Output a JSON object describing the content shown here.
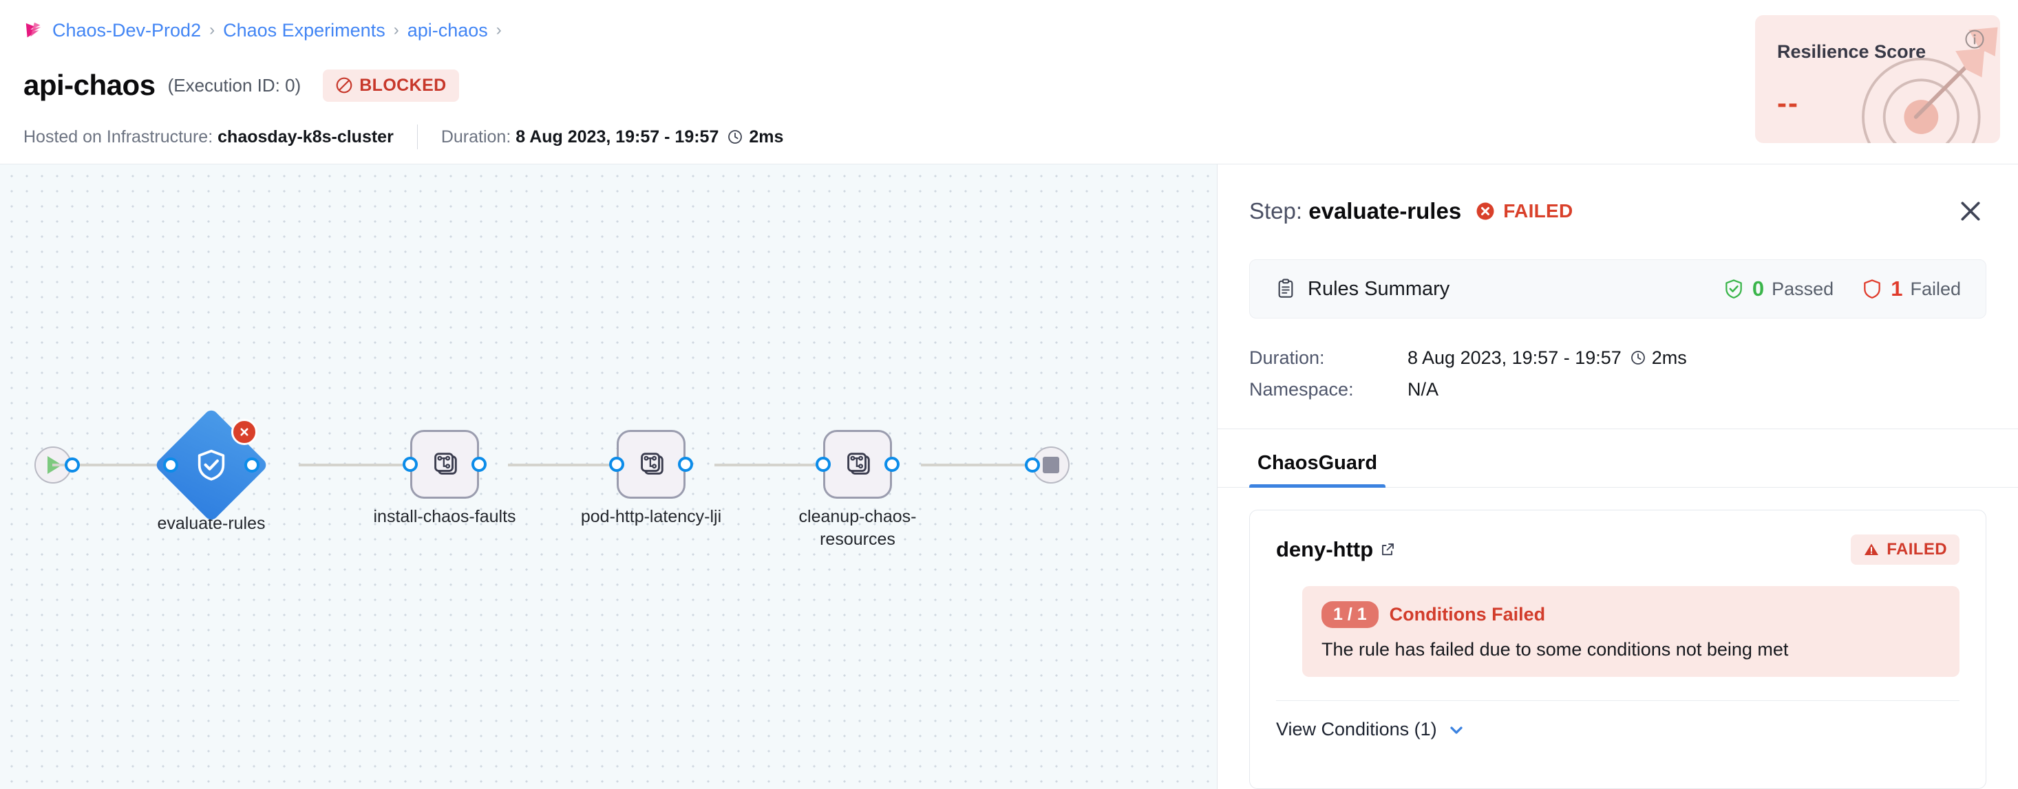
{
  "breadcrumb": {
    "logo_icon": "harness-logo-icon",
    "items": [
      "Chaos-Dev-Prod2",
      "Chaos Experiments",
      "api-chaos"
    ],
    "separator": "›",
    "trailing_separator": "›"
  },
  "header": {
    "title": "api-chaos",
    "execution_id": "(Execution ID: 0)",
    "status_badge": {
      "label": "BLOCKED",
      "icon": "blocked-circle-icon",
      "color": "#c7372a",
      "bg": "#fbe9e7"
    },
    "infrastructure_label": "Hosted on Infrastructure:",
    "infrastructure_value": "chaosday-k8s-cluster",
    "duration_label": "Duration:",
    "duration_value": "8 Aug 2023, 19:57 - 19:57",
    "duration_time": "2ms",
    "clock_icon": "clock-icon"
  },
  "resilience": {
    "title": "Resilience Score",
    "value": "--",
    "info_icon": "info-icon",
    "art_icon": "target-dart-icon",
    "bg": "#fbeae8",
    "value_color": "#d9442b"
  },
  "canvas": {
    "start_node": {
      "name": "start-node",
      "icon": "play-icon"
    },
    "end_node": {
      "name": "end-node",
      "icon": "stop-icon"
    },
    "nodes": [
      {
        "id": "evaluate-rules",
        "label": "evaluate-rules",
        "shape": "diamond",
        "icon": "shield-check-icon",
        "status": "failed",
        "badge_icon": "error-x-icon",
        "color": "#2f7fe0"
      },
      {
        "id": "install-chaos-faults",
        "label": "install-chaos-faults",
        "shape": "box",
        "icon": "chaos-stack-icon",
        "status": "not-started"
      },
      {
        "id": "pod-http-latency-lji",
        "label": "pod-http-latency-lji",
        "shape": "box",
        "icon": "chaos-stack-icon",
        "status": "not-started"
      },
      {
        "id": "cleanup-chaos-resources",
        "label": "cleanup-chaos-resources",
        "shape": "box",
        "icon": "chaos-stack-icon",
        "status": "not-started"
      }
    ]
  },
  "panel": {
    "step_prefix": "Step:",
    "step_name": "evaluate-rules",
    "step_status": "FAILED",
    "step_status_icon": "error-x-icon",
    "close_icon": "close-icon",
    "summary": {
      "icon": "clipboard-icon",
      "title": "Rules Summary",
      "passed_count": "0",
      "passed_label": "Passed",
      "passed_icon": "shield-check-icon",
      "failed_count": "1",
      "failed_label": "Failed",
      "failed_icon": "shield-outline-icon"
    },
    "details": [
      {
        "key": "Duration:",
        "value": "8 Aug 2023, 19:57 - 19:57",
        "extra": "2ms",
        "icon": "clock-icon"
      },
      {
        "key": "Namespace:",
        "value": "N/A",
        "extra": "",
        "icon": ""
      }
    ],
    "tabs": [
      {
        "label": "ChaosGuard",
        "active": true
      }
    ],
    "rule": {
      "name": "deny-http",
      "link_icon": "external-link-icon",
      "status": "FAILED",
      "status_icon": "warning-triangle-icon",
      "condition_badge": "1 / 1",
      "condition_title": "Conditions Failed",
      "condition_desc": "The rule has failed due to some conditions not being met",
      "view_conditions_label": "View Conditions (1)",
      "view_conditions_icon": "chevron-down-icon"
    }
  },
  "colors": {
    "accent_blue": "#3b82e0",
    "link_blue": "#4285f4",
    "danger_red": "#d9402a",
    "success_green": "#3ab54a",
    "brand_pink": "#e6187f"
  }
}
